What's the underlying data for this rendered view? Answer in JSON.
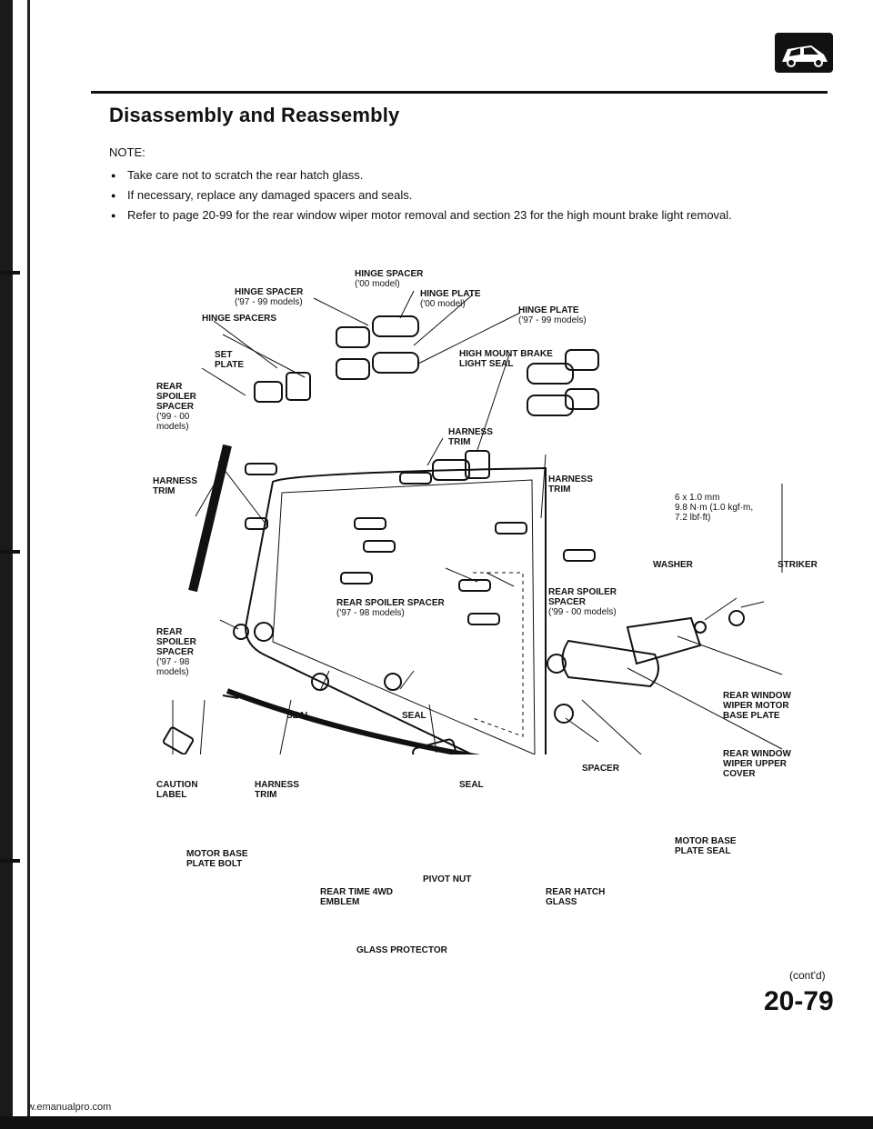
{
  "header": {
    "title": "Disassembly and Reassembly"
  },
  "notes": {
    "label": "NOTE:",
    "items": [
      "Take care not to scratch the rear hatch glass.",
      "If necessary, replace any damaged spacers and seals.",
      "Refer to page 20-99 for the rear window wiper motor removal and section 23 for the high mount brake light removal."
    ]
  },
  "labels": {
    "hinge_spacer_00": {
      "name": "HINGE SPACER",
      "sub": "('00 model)"
    },
    "hinge_spacer_97": {
      "name": "HINGE SPACER",
      "sub": "('97 - 99 models)"
    },
    "hinge_plate_00": {
      "name": "HINGE PLATE",
      "sub": "('00 model)"
    },
    "hinge_plate_97": {
      "name": "HINGE PLATE",
      "sub": "('97 - 99 models)"
    },
    "hinge_spacers": "HINGE SPACERS",
    "set_plate": "SET PLATE",
    "high_mount": "HIGH MOUNT BRAKE LIGHT SEAL",
    "rear_spoiler_spacer_99_left": {
      "name": "REAR SPOILER SPACER",
      "sub": "('99 - 00 models)"
    },
    "harness_trim_top": "HARNESS TRIM",
    "harness_trim_left": "HARNESS TRIM",
    "harness_trim_right": "HARNESS TRIM",
    "bolt_spec": {
      "size": "6 x 1.0 mm",
      "torque1": "9.8 N·m (1.0 kgf·m,",
      "torque2": "7.2 lbf·ft)"
    },
    "washer": "WASHER",
    "striker": "STRIKER",
    "rear_spoiler_spacer_97_center": {
      "name": "REAR SPOILER SPACER",
      "sub": "('97 - 98 models)"
    },
    "rear_spoiler_spacer_99_right": {
      "name": "REAR SPOILER SPACER",
      "sub": "('99 - 00 models)"
    },
    "rear_spoiler_spacer_97_left": {
      "name": "REAR SPOILER SPACER",
      "sub": "('97 - 98 models)"
    },
    "seal_a": "SEAL",
    "seal_b": "SEAL",
    "seal_c": "SEAL",
    "wiper_base_plate": "REAR WINDOW WIPER MOTOR BASE PLATE",
    "wiper_upper_cover": "REAR WINDOW WIPER UPPER COVER",
    "spacer": "SPACER",
    "caution_label": "CAUTION LABEL",
    "harness_trim_bottom": "HARNESS TRIM",
    "motor_base_plate_bolt": "MOTOR BASE PLATE BOLT",
    "motor_base_plate_seal": "MOTOR BASE PLATE SEAL",
    "pivot_nut": "PIVOT NUT",
    "rear_hatch_glass": "REAR HATCH GLASS",
    "emblem": "REAR TIME 4WD EMBLEM",
    "glass_protector": "GLASS PROTECTOR"
  },
  "footer": {
    "contd": "(cont'd)",
    "page": "20-79",
    "watermark": "w.emanualpro.com"
  }
}
